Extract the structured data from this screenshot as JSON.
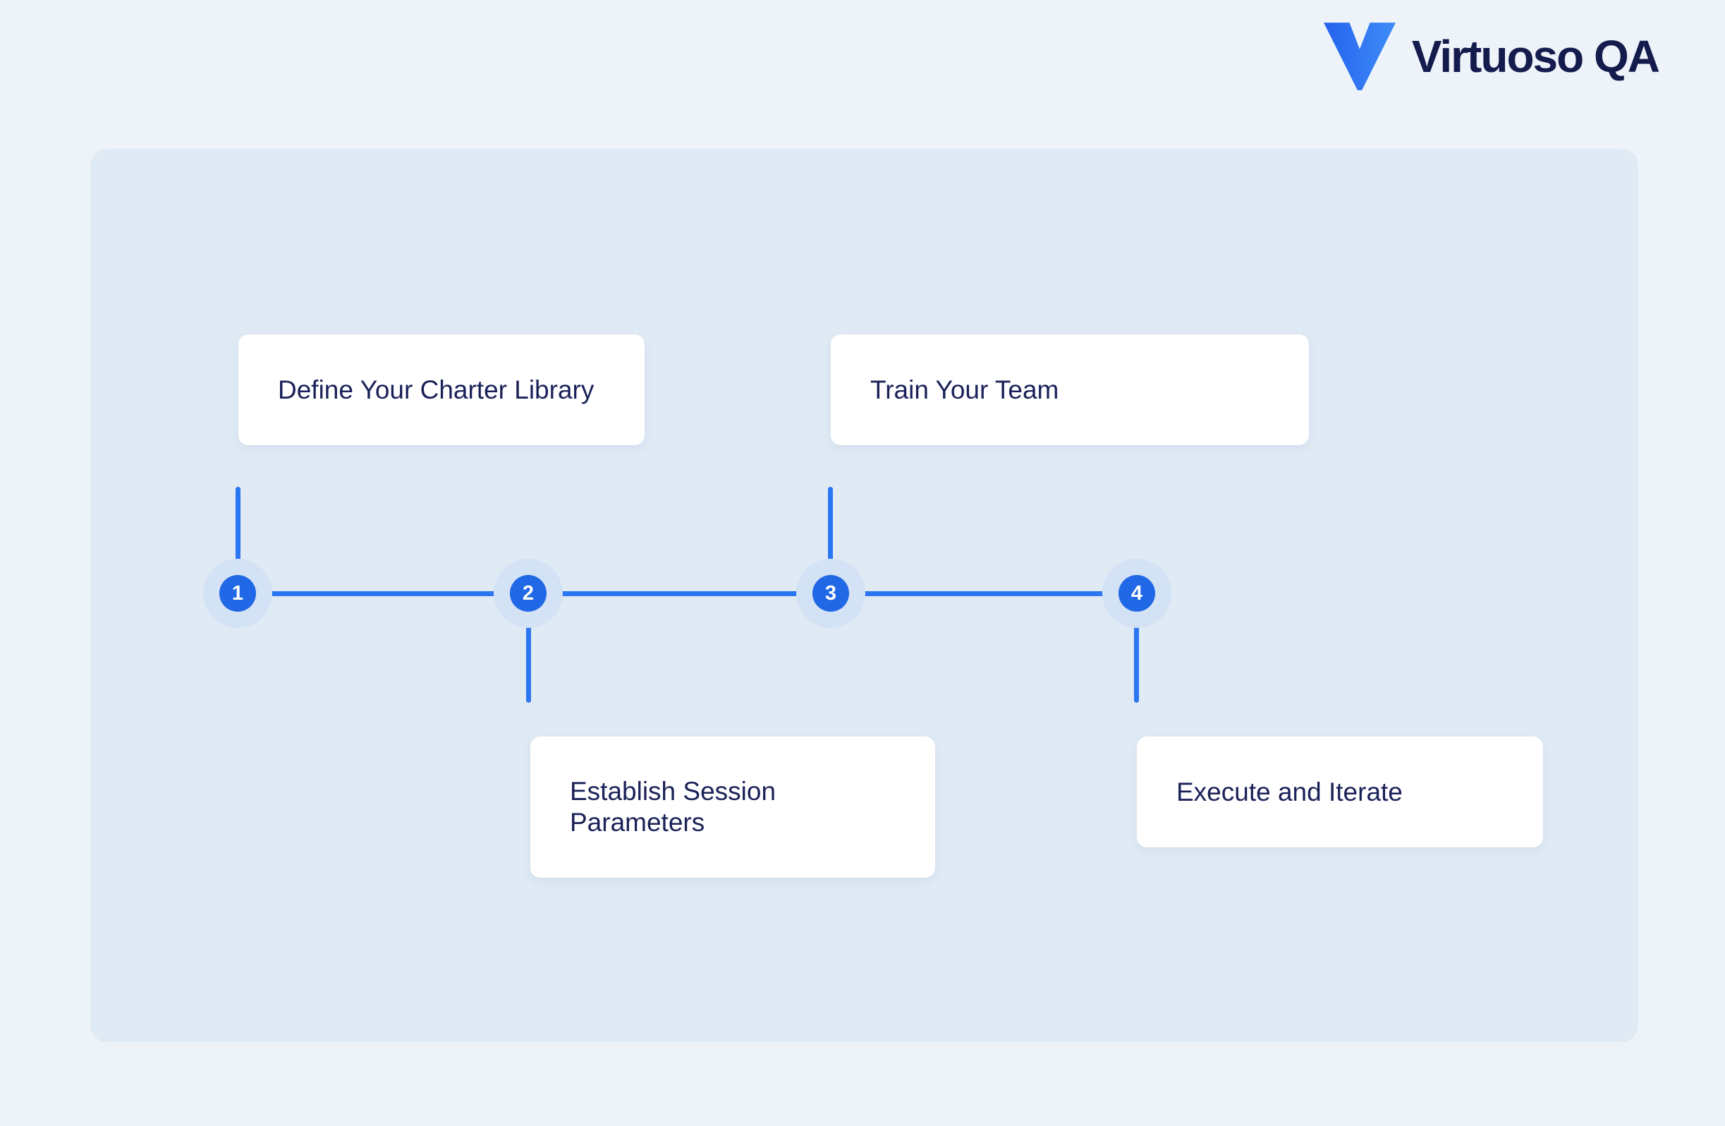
{
  "brand": {
    "name": "Virtuoso QA",
    "logo_icon": "v-checkmark-icon"
  },
  "colors": {
    "page_bg": "#eef3fa",
    "panel_bg": "#dfeaf5",
    "line_blue": "#2b76f2",
    "circle_blue": "#2168e6",
    "halo_blue": "#d3e2f4",
    "card_bg": "#ffffff",
    "card_text_navy": "#1a2158",
    "logo_navy": "#141b4d",
    "logo_blue_dark": "#2563ee",
    "logo_blue_light": "#3f8cf7"
  },
  "diagram": {
    "type": "process-timeline",
    "step_count": "4",
    "steps": [
      {
        "number": "1",
        "label": "Define Your Charter Library",
        "branch": "top"
      },
      {
        "number": "2",
        "label": "Establish Session Parameters",
        "branch": "bottom"
      },
      {
        "number": "3",
        "label": "Train Your Team",
        "branch": "top"
      },
      {
        "number": "4",
        "label": "Execute and Iterate",
        "branch": "bottom"
      }
    ]
  }
}
